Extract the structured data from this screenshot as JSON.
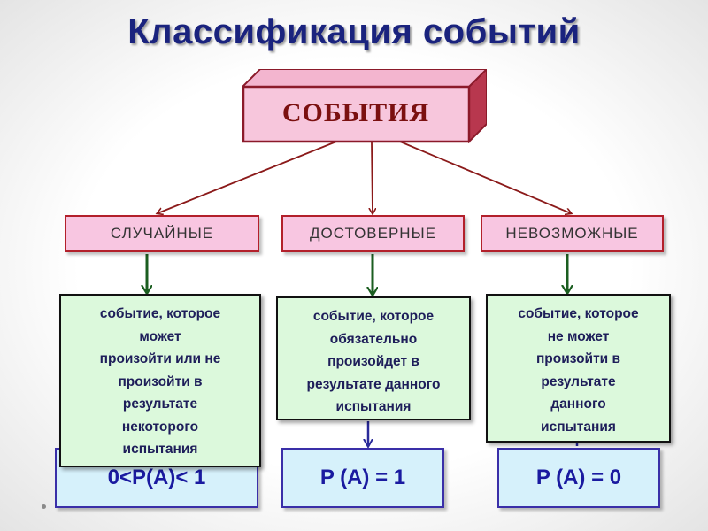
{
  "title": "Классификация событий",
  "root": "СОБЫТИЯ",
  "categories": [
    "СЛУЧАЙНЫЕ",
    "ДОСТОВЕРНЫЕ",
    "НЕВОЗМОЖНЫЕ"
  ],
  "definitions": [
    "событие,  которое\nможет\nпроизойти или не\nпроизойти  в\nрезультате\nнекоторого\nиспытания",
    "событие, которое\nобязательно\nпроизойдет в\nрезультате  данного\nиспытания",
    "событие, которое\nне    может\nпроизойти  в\nрезультате\nданного\nиспытания"
  ],
  "probabilities": [
    "0<P(A)< 1",
    "P (A) = 1",
    "P (A) = 0"
  ],
  "colors": {
    "title": "#1a237e",
    "root_fill": "#f7c6dc",
    "root_border": "#8b1a2a",
    "category_fill": "#f8c6e1",
    "category_border": "#b3202b",
    "definition_fill": "#dcf9dc",
    "probability_fill": "#d6f1fb",
    "probability_text": "#1a1aa0",
    "arrow_red": "#8b1a1a",
    "arrow_green": "#1b5e20",
    "arrow_blue": "#2a2a9a"
  }
}
